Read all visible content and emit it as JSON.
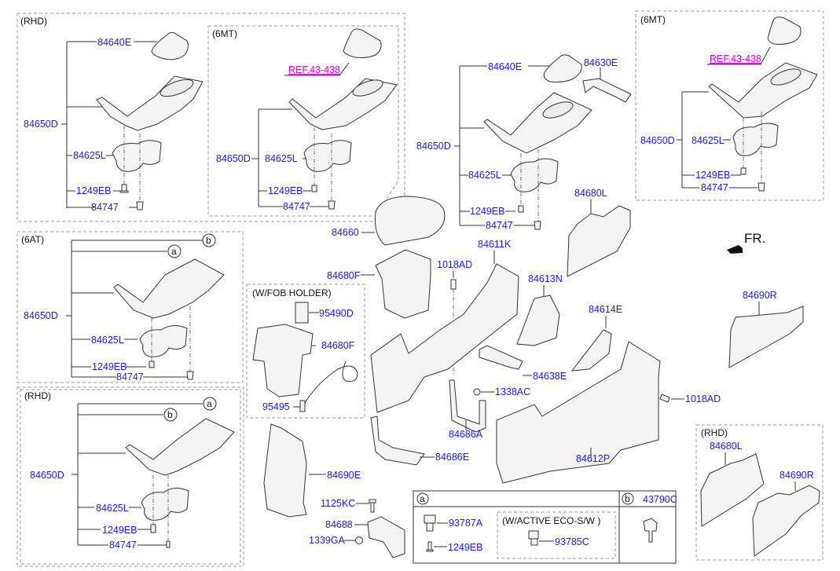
{
  "diagram": {
    "title": "Floor console parts diagram",
    "accent_colors": {
      "part_number": "#1a1aff",
      "reference": "#e000e0",
      "text": "#111111"
    },
    "front_indicator": {
      "label": "FR.",
      "icon": "arrow-icon"
    },
    "groups": [
      {
        "id": "rhd-top",
        "header": "(RHD)",
        "labels": [
          "84640E",
          "84650D",
          "84625L",
          "1249EB",
          "84747"
        ]
      },
      {
        "id": "6mt-left",
        "header": "(6MT)",
        "reference": "REF.43-438",
        "labels": [
          "84650D",
          "84625L",
          "1249EB",
          "84747"
        ]
      },
      {
        "id": "6mt-right",
        "header": "(6MT)",
        "reference": "REF.43-438",
        "labels": [
          "84650D",
          "84625L",
          "1249EB",
          "84747"
        ]
      },
      {
        "id": "6at",
        "header": "(6AT)",
        "callouts": [
          "b",
          "a"
        ],
        "labels": [
          "84650D",
          "84625L",
          "1249EB",
          "84747"
        ]
      },
      {
        "id": "rhd-bottom",
        "header": "(RHD)",
        "callouts": [
          "a",
          "b"
        ],
        "labels": [
          "84650D",
          "84625L",
          "1249EB",
          "84747"
        ]
      },
      {
        "id": "fob-holder",
        "header": "(W/FOB HOLDER)",
        "labels": [
          "95490D",
          "84680F",
          "95495"
        ]
      },
      {
        "id": "rhd-side",
        "header": "(RHD)",
        "labels": [
          "84680L",
          "84690R"
        ]
      }
    ],
    "main_labels": {
      "tray_top": "84640E",
      "cover": "84630E",
      "console_upper": "84650D",
      "cup_holder": "84625L",
      "screw": "1249EB",
      "clip": "84747",
      "armrest": "84660",
      "storage_box": "84680F",
      "bolt_top": "1018AD",
      "console_main": "84611K",
      "side_cover_l": "84680L",
      "bracket_n": "84613N",
      "bracket_e": "84614E",
      "panel_r": "84690R",
      "plate": "84638E",
      "nut": "1338AC",
      "bolt_side": "1018AD",
      "bracket_a": "84686A",
      "bracket_e2": "84686E",
      "console_side": "84612P",
      "rear_cover": "84690E",
      "bolt_kc": "1125KC",
      "bracket_688": "84688",
      "nut_ga": "1339GA"
    },
    "legend_table": {
      "cell_a": {
        "callout": "a",
        "items": [
          "93787A",
          "1249EB"
        ],
        "sub_header": "(W/ACTIVE ECO-S/W )",
        "sub_items": [
          "93785C"
        ]
      },
      "cell_b": {
        "callout": "b",
        "items": [
          "43790C"
        ]
      }
    }
  }
}
